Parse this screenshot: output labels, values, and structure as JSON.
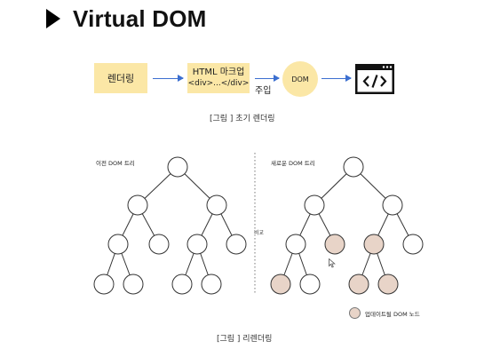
{
  "header": {
    "title": "Virtual DOM"
  },
  "flow": {
    "render_label": "렌더링",
    "html_title": "HTML 마크업",
    "html_code": "<div>...</div>",
    "inject_label": "주입",
    "dom_label": "DOM",
    "browser_icon": "browser-code-icon"
  },
  "captions": {
    "initial": "[그림 ] 초기 렌더링",
    "rerender": "[그림 ] 리렌더링"
  },
  "trees": {
    "left_label": "이전 DOM 트리",
    "right_label": "새로운 DOM 트리",
    "compare_label": "비교"
  },
  "legend": {
    "label": "업데이트될 DOM 노드"
  },
  "colors": {
    "highlight_box": "#fbe7a6",
    "updated_node": "#e8d4c8",
    "arrow": "#3c6fd0"
  }
}
